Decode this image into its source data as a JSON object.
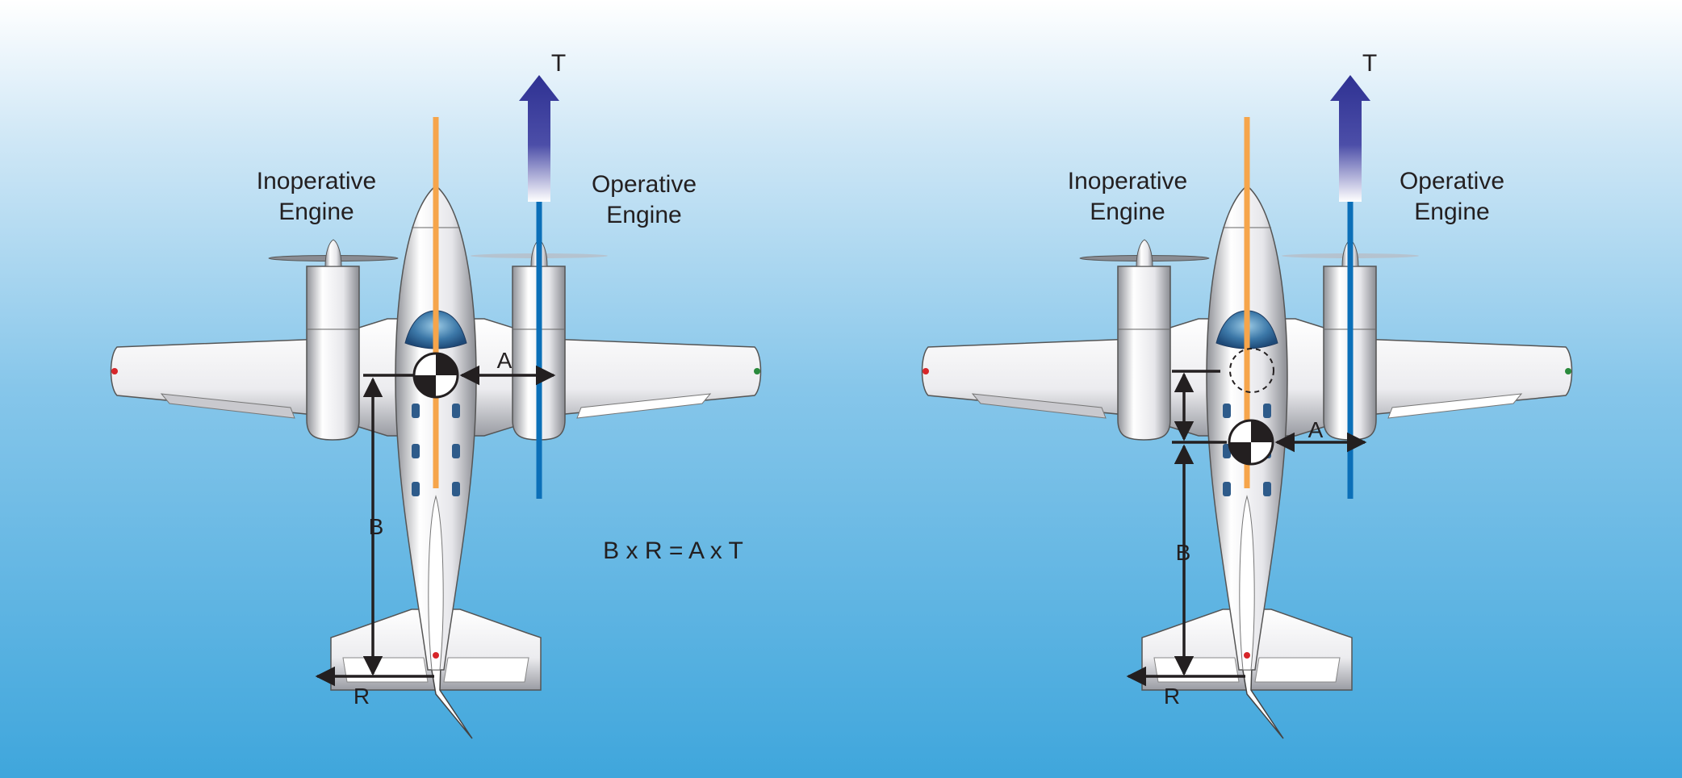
{
  "panels": [
    {
      "inoperative_label_line1": "Inoperative",
      "inoperative_label_line2": "Engine",
      "operative_label_line1": "Operative",
      "operative_label_line2": "Engine",
      "thrust_label": "T",
      "label_a": "A",
      "label_b": "B",
      "label_r": "R"
    },
    {
      "inoperative_label_line1": "Inoperative",
      "inoperative_label_line2": "Engine",
      "operative_label_line1": "Operative",
      "operative_label_line2": "Engine",
      "thrust_label": "T",
      "label_a": "A",
      "label_b": "B",
      "label_r": "R"
    }
  ],
  "equation": "B x R = A x T",
  "colors": {
    "sky_top": "#ffffff",
    "sky_bottom": "#3fa6dc",
    "centerline": "#f6a54b",
    "thrust_line": "#0b6fb8",
    "thrust_arrow": "#2e3192",
    "arrow": "#231f20"
  }
}
